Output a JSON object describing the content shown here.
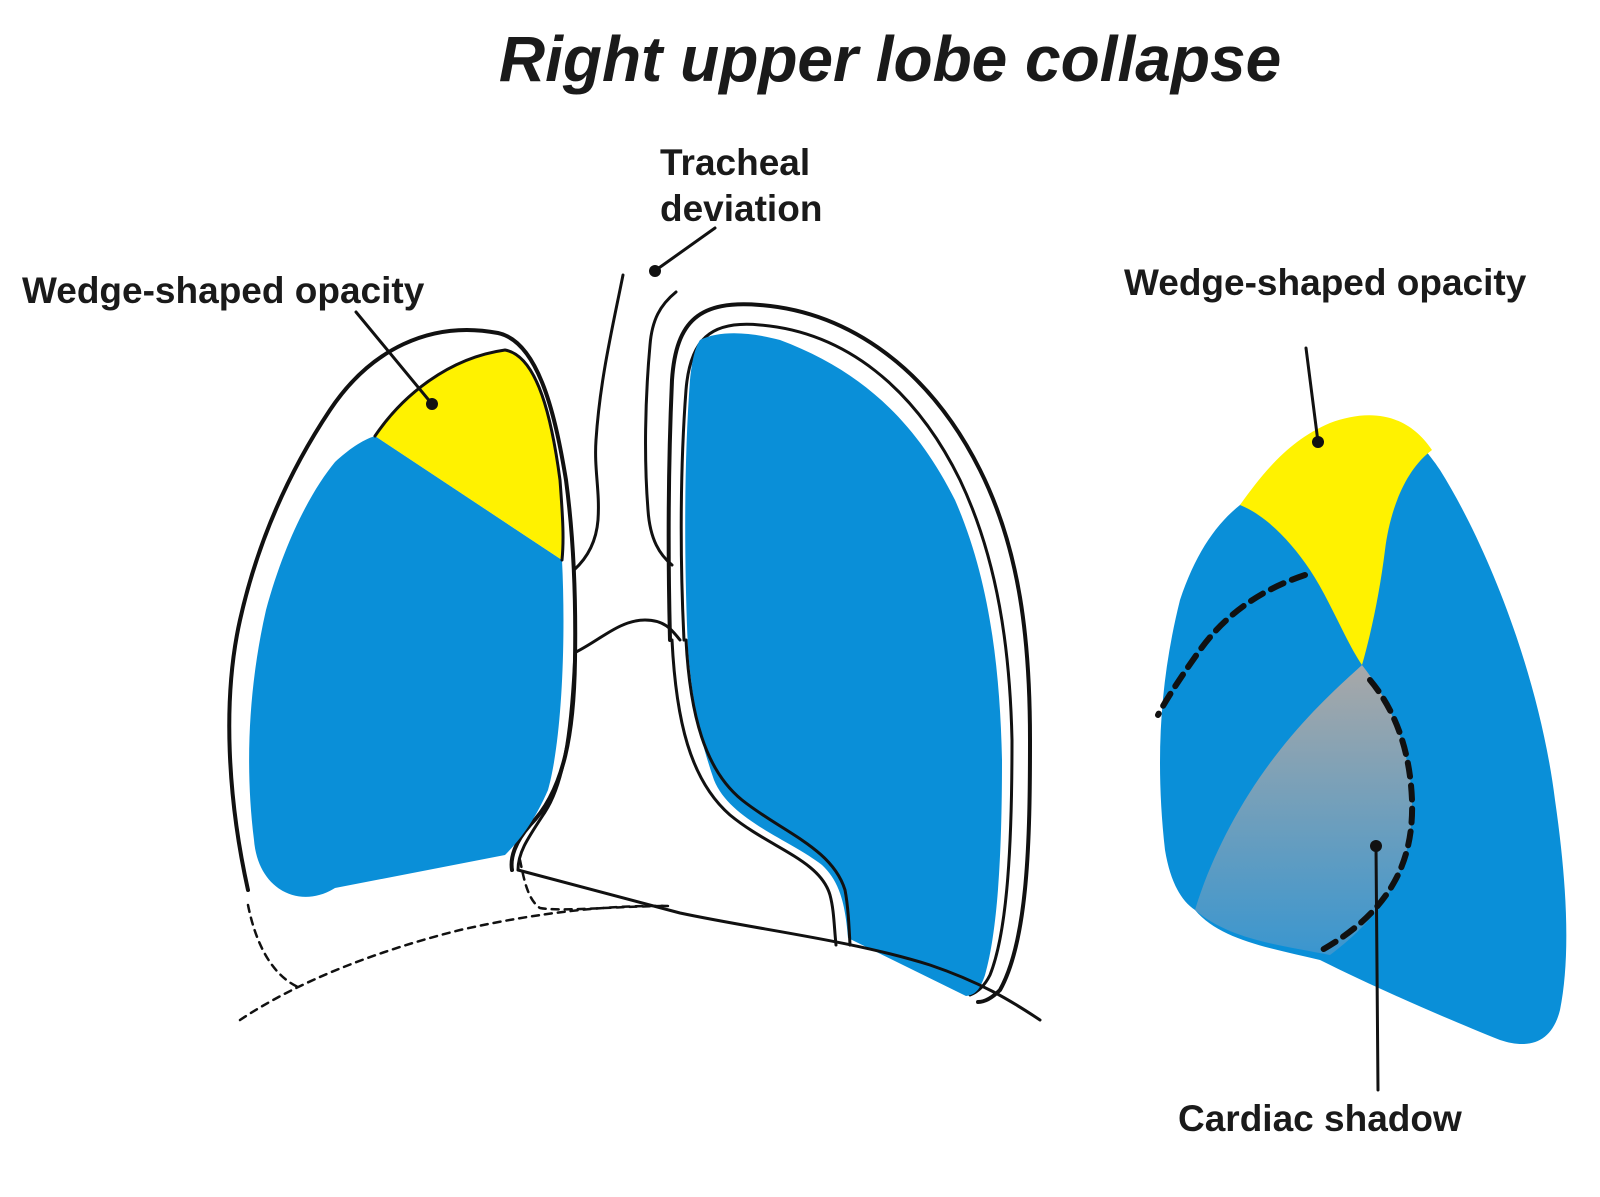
{
  "title": "Right upper lobe collapse",
  "labels": {
    "tracheal_line1": "Tracheal",
    "tracheal_line2": "deviation",
    "wedge_left": "Wedge-shaped opacity",
    "wedge_right": "Wedge-shaped opacity",
    "cardiac": "Cardiac shadow"
  },
  "colors": {
    "lung_fill": "#0a8fd8",
    "opacity_fill": "#fff200",
    "cardiac_top": "#a8a8a8",
    "cardiac_bottom": "#3a96cf",
    "outline": "#111111"
  }
}
